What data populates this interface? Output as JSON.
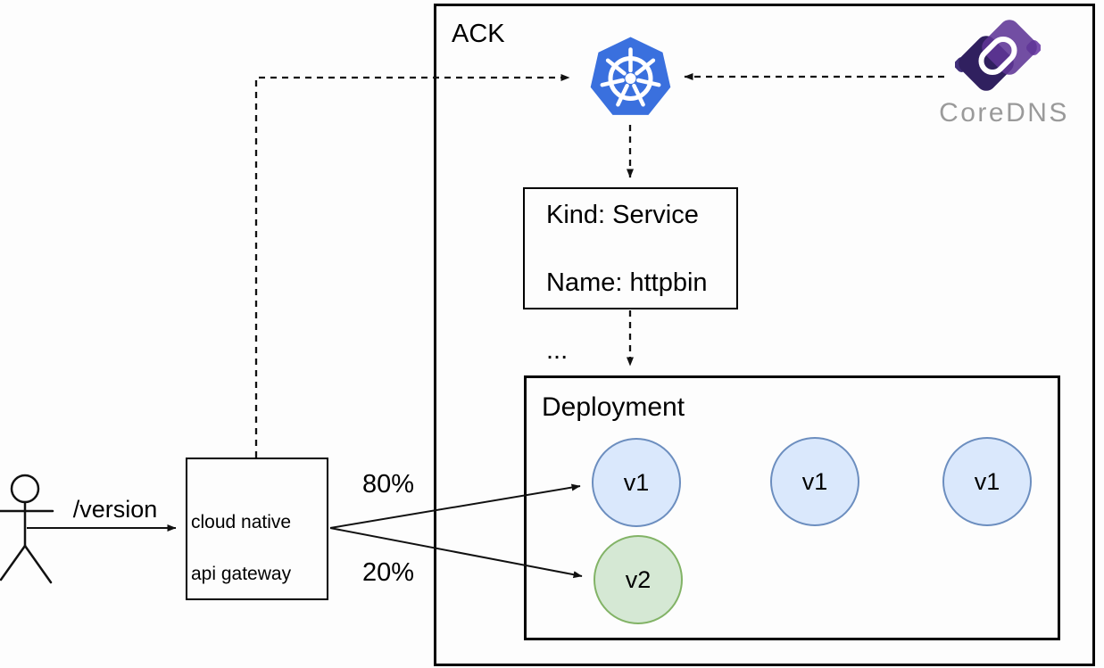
{
  "actor": {
    "name": "user",
    "request_label": "/version"
  },
  "gateway": {
    "line1": "cloud native",
    "line2": "api gateway"
  },
  "traffic": {
    "v1_weight": "80%",
    "v2_weight": "20%"
  },
  "cluster": {
    "label": "ACK",
    "coredns": {
      "label": "CoreDNS"
    },
    "service": {
      "lines": [
        "Kind: Service",
        "Name: httpbin",
        "..."
      ]
    },
    "deployment": {
      "label": "Deployment",
      "pods": [
        {
          "label": "v1"
        },
        {
          "label": "v1"
        },
        {
          "label": "v1"
        },
        {
          "label": "v2"
        }
      ]
    }
  },
  "colors": {
    "k8s_blue": "#3a70de",
    "pod_v1_fill": "#dae8fc",
    "pod_v1_stroke": "#6c8ebf",
    "pod_v2_fill": "#d5e8d4",
    "pod_v2_stroke": "#82b366",
    "coredns_dark_purple": "#30205f",
    "coredns_mid_purple": "#5f3596",
    "coredns_light_purple": "#7a4fae",
    "coredns_nub_dark": "#41307a",
    "coredns_text_gray": "#9a9a9a",
    "line_black": "#111111"
  }
}
